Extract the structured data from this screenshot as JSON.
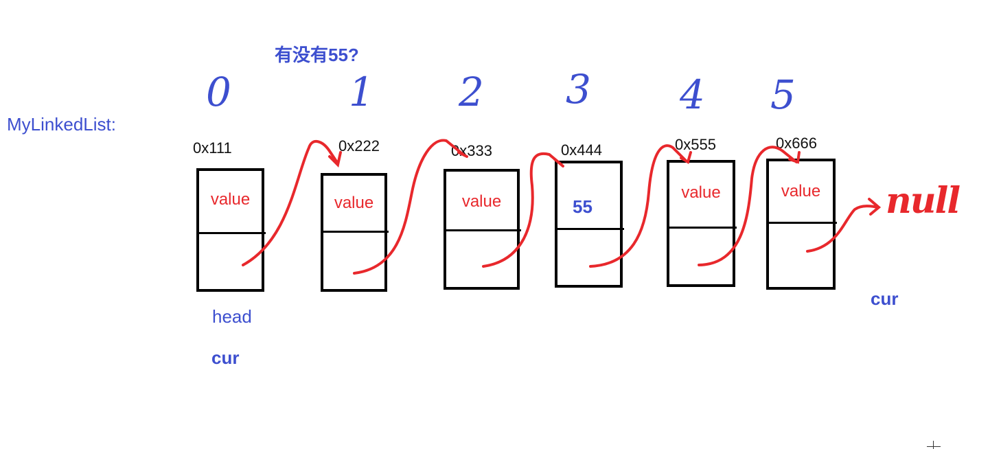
{
  "title": "有没有55?",
  "list_label": "MyLinkedList:",
  "nodes": [
    {
      "index": "0",
      "address": "0x111",
      "value": "value"
    },
    {
      "index": "1",
      "address": "0x222",
      "value": "value"
    },
    {
      "index": "2",
      "address": "0x333",
      "value": "value"
    },
    {
      "index": "3",
      "address": "0x444",
      "value": "55"
    },
    {
      "index": "4",
      "address": "0x555",
      "value": "value"
    },
    {
      "index": "5",
      "address": "0x666",
      "value": "value"
    }
  ],
  "head_label": "head",
  "cur_start_label": "cur",
  "cur_end_label": "cur",
  "null_label": "null",
  "colors": {
    "blue": "#3d4fcf",
    "red": "#e8282c",
    "black": "#000000"
  }
}
